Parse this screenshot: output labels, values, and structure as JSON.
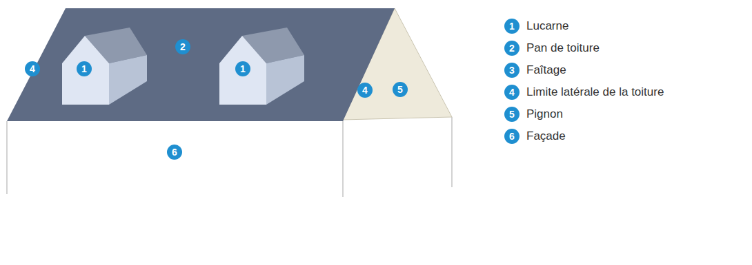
{
  "diagram": {
    "labels": [
      "4",
      "1",
      "2",
      "1",
      "4",
      "5",
      "6",
      "1",
      "2",
      "3",
      "4",
      "5",
      "6"
    ],
    "legend": [
      {
        "text": "Lucarne"
      },
      {
        "text": "Pan de toiture"
      },
      {
        "text": "Faîtage"
      },
      {
        "text": "Limite latérale de la toiture"
      },
      {
        "text": "Pignon"
      },
      {
        "text": "Façade"
      }
    ]
  }
}
